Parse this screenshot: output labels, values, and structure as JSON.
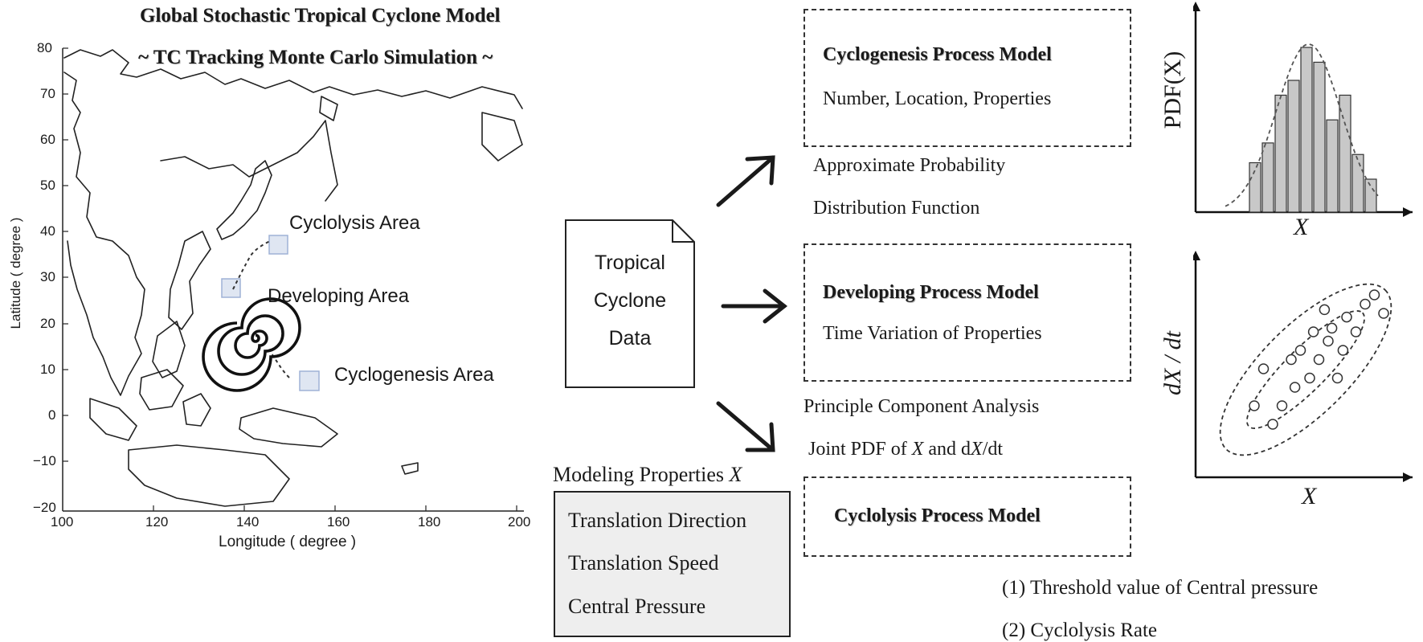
{
  "map": {
    "title": "Global Stochastic Tropical Cyclone Model",
    "subtitle": "~ TC Tracking Monte Carlo Simulation ~",
    "x_label": "Longitude ( degree )",
    "y_label": "Latitude ( degree )",
    "x_ticks": [
      "100",
      "120",
      "140",
      "160",
      "180",
      "200"
    ],
    "y_ticks": [
      "80",
      "70",
      "60",
      "50",
      "40",
      "30",
      "20",
      "10",
      "0",
      "−10",
      "−20"
    ],
    "labels": {
      "cyclolysis": "Cyclolysis Area",
      "developing": "Developing Area",
      "cyclogenesis": "Cyclogenesis Area"
    },
    "icons": [
      "cyclone-spiral-icon",
      "area-square-icon"
    ],
    "colors": {
      "area_fill": "#dfe6f2",
      "area_stroke": "#9fb2d6"
    }
  },
  "tc_data": {
    "lines": [
      "Tropical",
      "Cyclone",
      "Data"
    ]
  },
  "cyclogenesis_model": {
    "title": "Cyclogenesis Process Model",
    "desc": "Number, Location, Properties"
  },
  "pdf_text": [
    "Approximate Probability",
    "Distribution Function"
  ],
  "developing_model": {
    "title": "Developing Process Model",
    "desc": "Time Variation of Properties"
  },
  "pca_text": {
    "line1": "Principle Component Analysis",
    "line2_prefix": "Joint PDF of ",
    "line2_x": "X",
    "line2_mid": " and d",
    "line2_x2": "X",
    "line2_suffix": "/dt"
  },
  "modeling_props": {
    "title_prefix": "Modeling Properties ",
    "title_var": "X",
    "items": [
      "Translation Direction",
      "Translation Speed",
      "Central Pressure"
    ],
    "box_color": "#eeeeee"
  },
  "cyclolysis_model": {
    "title": "Cyclolysis Process Model"
  },
  "cyclolysis_criteria": [
    "(1) Threshold value of Central pressure",
    "(2) Cyclolysis Rate"
  ],
  "histogram": {
    "y_label": "PDF(X)",
    "x_label": "X",
    "bars": [
      0.3,
      0.42,
      0.71,
      0.8,
      1.0,
      0.91,
      0.56,
      0.71,
      0.35,
      0.2
    ],
    "bar_color": "#c8c8c8"
  },
  "scatter": {
    "y_label": "dX / dt",
    "x_label": "X",
    "points": [
      [
        0.2,
        0.3
      ],
      [
        0.25,
        0.5
      ],
      [
        0.3,
        0.2
      ],
      [
        0.35,
        0.3
      ],
      [
        0.4,
        0.55
      ],
      [
        0.45,
        0.6
      ],
      [
        0.5,
        0.45
      ],
      [
        0.52,
        0.7
      ],
      [
        0.55,
        0.55
      ],
      [
        0.6,
        0.65
      ],
      [
        0.62,
        0.72
      ],
      [
        0.68,
        0.6
      ],
      [
        0.7,
        0.78
      ],
      [
        0.75,
        0.7
      ],
      [
        0.8,
        0.85
      ],
      [
        0.85,
        0.9
      ],
      [
        0.58,
        0.82
      ],
      [
        0.42,
        0.4
      ],
      [
        0.65,
        0.45
      ],
      [
        0.9,
        0.8
      ]
    ]
  }
}
